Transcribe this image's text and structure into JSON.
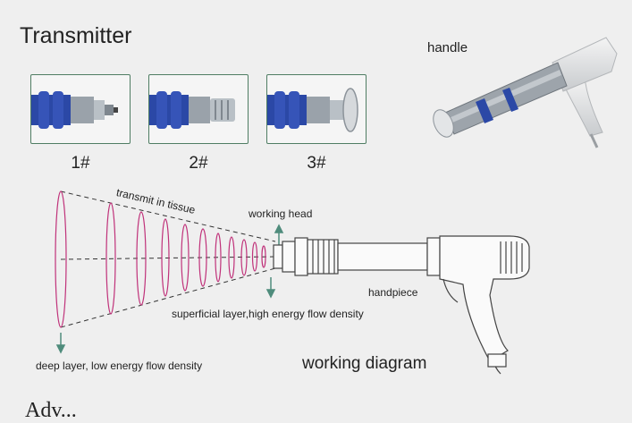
{
  "header": {
    "title": "Transmitter"
  },
  "transmitters": [
    {
      "label": "1#",
      "icon": "transmitter-1-icon"
    },
    {
      "label": "2#",
      "icon": "transmitter-2-icon"
    },
    {
      "label": "3#",
      "icon": "transmitter-3-icon"
    }
  ],
  "handle": {
    "label": "handle",
    "icon": "handle-icon"
  },
  "diagram": {
    "transmit_label": "transmit in tissue",
    "working_head_label": "working head",
    "handpiece_label": "handpiece",
    "superficial_label": "superficial layer,high energy flow density",
    "deep_label": "deep layer, low energy flow density",
    "caption": "working diagram"
  },
  "footer": {
    "partial_heading": "Adv..."
  },
  "colors": {
    "accent_blue": "#2b48a6",
    "frame_green": "#4f7d63",
    "wave_pink": "#c0327a",
    "arrow_teal": "#4f8c7c"
  }
}
